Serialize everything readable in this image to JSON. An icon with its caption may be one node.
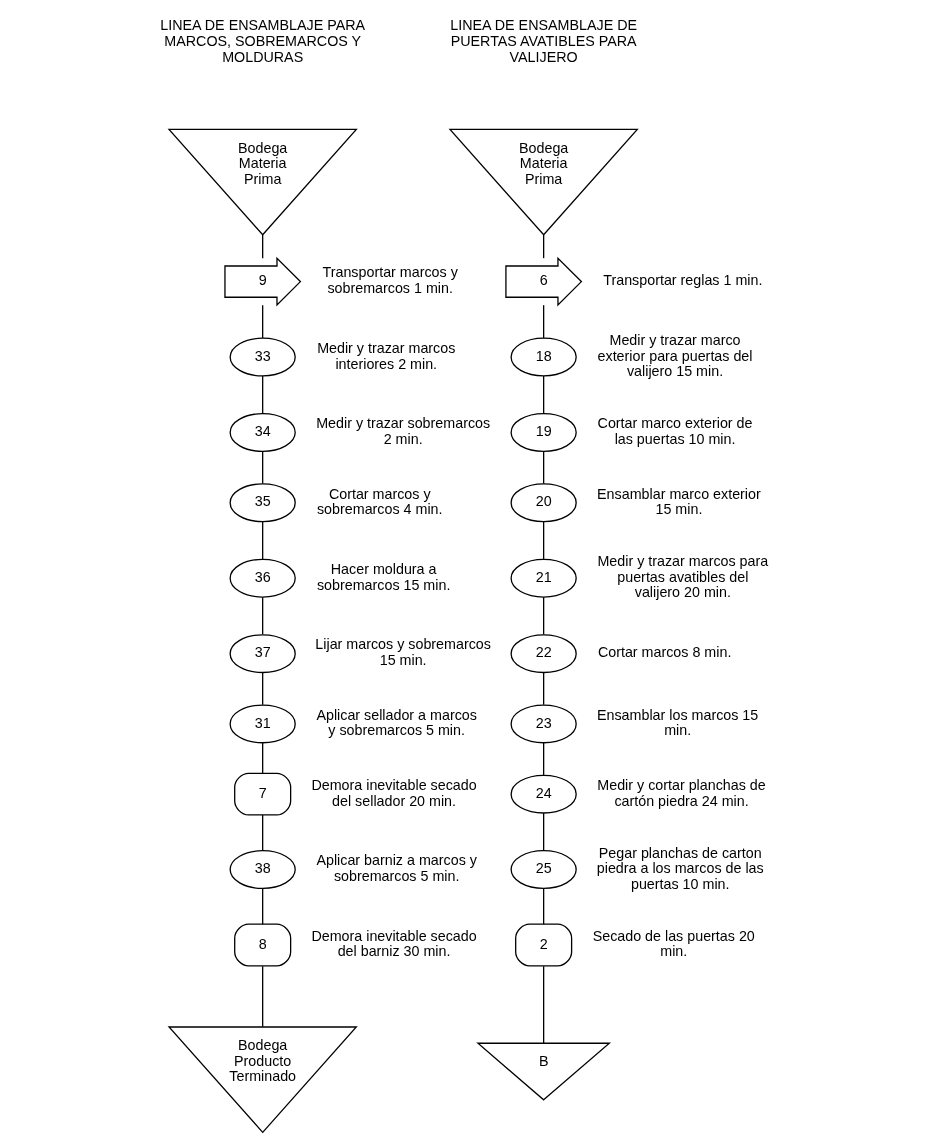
{
  "diagram": {
    "nodes": [
      {
        "text": [
          "Bodega Materia Prima"
        ]
      },
      {
        "text": [
          "9"
        ],
        "beside": [
          "Transportar marcos y sobremarcos 1 min."
        ]
      },
      {
        "text": [
          "33"
        ],
        "beside": [
          "Medir y trazar marcos interiores 2 min."
        ]
      },
      {
        "text": [
          "34"
        ],
        "beside": [
          "Medir y trazar sobremarcos 2 min."
        ]
      },
      {
        "text": [
          "35"
        ],
        "beside": [
          "Cortar marcos y sobremarcos 4 min."
        ]
      },
      {
        "text": [
          "36"
        ],
        "beside": [
          "Hacer moldura a sobremarcos 15 min."
        ]
      },
      {
        "text": [
          "37"
        ],
        "beside": [
          "Lijar marcos y sobremarcos 15 min."
        ]
      },
      {
        "text": [
          "31"
        ],
        "beside": [
          "Aplicar sellador a marcos y sobremarcos 5 min."
        ]
      },
      {
        "text": [
          "7"
        ],
        "beside": [
          "Demora inevitable secado del sellador 20 min."
        ]
      },
      {
        "text": [
          "38"
        ],
        "beside": [
          "Aplicar barniz a marcos y sobremarcos 5 min."
        ]
      },
      {
        "text": [
          "8"
        ],
        "beside": [
          "Demora inevitable secado del barniz 30 min."
        ]
      },
      {
        "text": [
          "Bodega Producto Terminado"
        ]
      },
      {
        "text": [
          "Bodega Materia Prima"
        ]
      },
      {
        "text": [
          "6"
        ],
        "beside": [
          "Transportar reglas 1 min."
        ]
      },
      {
        "text": [
          "18"
        ],
        "beside": [
          "Medir y trazar marco exterior para puertas del valijero 15 min."
        ]
      },
      {
        "text": [
          "19"
        ],
        "beside": [
          "Cortar marco exterior de las puertas 10 min."
        ]
      },
      {
        "text": [
          "20"
        ],
        "beside": [
          "Ensamblar marco exterior 15 min."
        ]
      },
      {
        "text": [
          "21"
        ],
        "beside": [
          "Medir y trazar marcos para puertas avatibles del valijero 20 min."
        ]
      },
      {
        "text": [
          "22"
        ],
        "beside": [
          "Cortar marcos 8 min."
        ]
      },
      {
        "text": [
          "23"
        ],
        "beside": [
          "Ensamblar los marcos 15 min."
        ]
      },
      {
        "text": [
          "24"
        ],
        "beside": [
          "Medir y cortar planchas de cartón piedra 24 min."
        ]
      },
      {
        "text": [
          "25"
        ],
        "beside": [
          "Pegar planchas de carton piedra a los marcos de las puertas 10 min."
        ]
      },
      {
        "text": [
          "2"
        ],
        "beside": [
          "Secado de las puertas 20 min."
        ]
      },
      {
        "text": [
          "B"
        ]
      }
    ],
    "edges": [
      {
        "from": 0,
        "to": 1,
        "arrow": "none"
      },
      {
        "from": 1,
        "to": 2,
        "arrow": "none"
      },
      {
        "from": 2,
        "to": 3,
        "arrow": "none"
      },
      {
        "from": 3,
        "to": 4,
        "arrow": "none"
      },
      {
        "from": 4,
        "to": 5,
        "arrow": "none"
      },
      {
        "from": 5,
        "to": 6,
        "arrow": "none"
      },
      {
        "from": 6,
        "to": 7,
        "arrow": "none"
      },
      {
        "from": 7,
        "to": 8,
        "arrow": "none"
      },
      {
        "from": 8,
        "to": 9,
        "arrow": "none"
      },
      {
        "from": 9,
        "to": 10,
        "arrow": "none"
      },
      {
        "from": 10,
        "to": 11,
        "arrow": "none"
      },
      {
        "from": 12,
        "to": 13,
        "arrow": "none"
      },
      {
        "from": 13,
        "to": 14,
        "arrow": "none"
      },
      {
        "from": 14,
        "to": 15,
        "arrow": "none"
      },
      {
        "from": 15,
        "to": 16,
        "arrow": "none"
      },
      {
        "from": 16,
        "to": 17,
        "arrow": "none"
      },
      {
        "from": 17,
        "to": 18,
        "arrow": "none"
      },
      {
        "from": 18,
        "to": 19,
        "arrow": "none"
      },
      {
        "from": 19,
        "to": 20,
        "arrow": "none"
      },
      {
        "from": 20,
        "to": 21,
        "arrow": "none"
      },
      {
        "from": 21,
        "to": 22,
        "arrow": "none"
      },
      {
        "from": 22,
        "to": 23,
        "arrow": "none"
      }
    ],
    "labels": [
      "LINEA DE ENSAMBLAJE PARA MARCOS, SOBREMARCOS Y MOLDURAS",
      "LINEA DE ENSAMBLAJE DE PUERTAS AVATIBLES PARA VALIJERO"
    ]
  }
}
